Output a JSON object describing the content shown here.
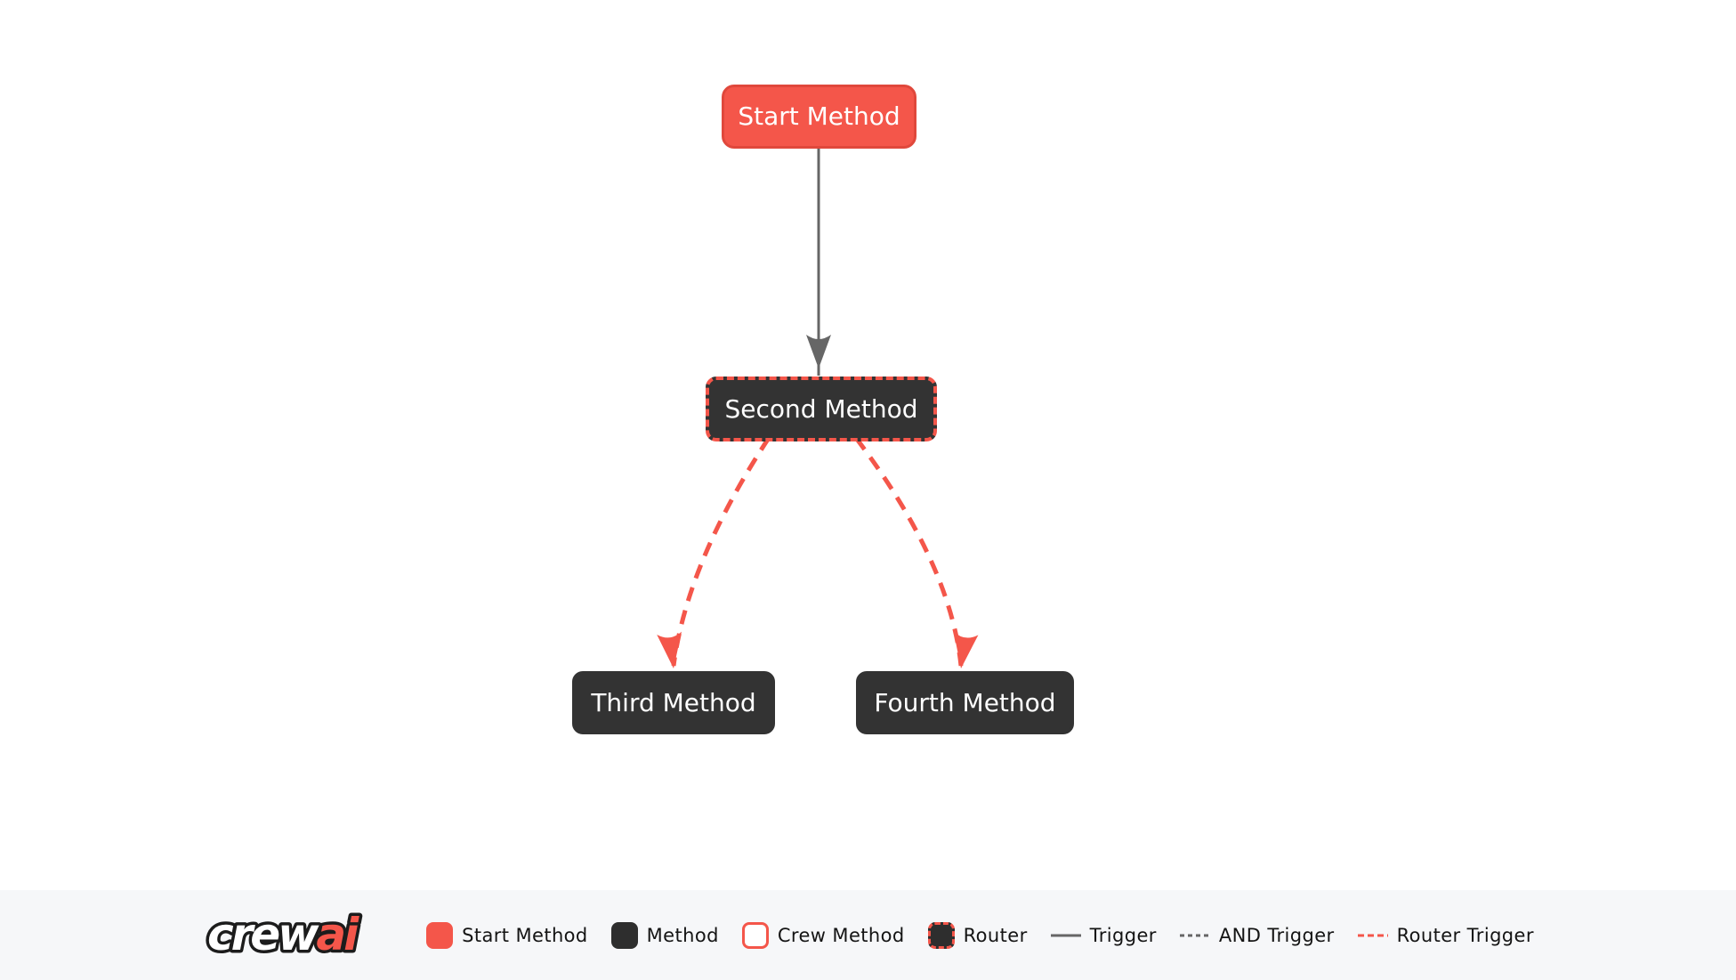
{
  "diagram": {
    "nodes": [
      {
        "id": "start",
        "label": "Start Method",
        "type": "start-method"
      },
      {
        "id": "second",
        "label": "Second Method",
        "type": "router"
      },
      {
        "id": "third",
        "label": "Third Method",
        "type": "method"
      },
      {
        "id": "fourth",
        "label": "Fourth Method",
        "type": "method"
      }
    ],
    "edges": [
      {
        "from": "start",
        "to": "second",
        "type": "trigger"
      },
      {
        "from": "second",
        "to": "third",
        "type": "router-trigger"
      },
      {
        "from": "second",
        "to": "fourth",
        "type": "router-trigger"
      }
    ]
  },
  "legend": {
    "logo": {
      "crew": "crew",
      "ai": "ai"
    },
    "items": [
      {
        "label": "Start Method",
        "swatch": "start-method-node"
      },
      {
        "label": "Method",
        "swatch": "method-node"
      },
      {
        "label": "Crew Method",
        "swatch": "crew-method-node"
      },
      {
        "label": "Router",
        "swatch": "router-node"
      },
      {
        "label": "Trigger",
        "swatch": "solid-gray-line"
      },
      {
        "label": "AND Trigger",
        "swatch": "dashed-gray-line"
      },
      {
        "label": "Router Trigger",
        "swatch": "dashed-red-line"
      }
    ]
  },
  "colors": {
    "accent_red": "#f4564a",
    "accent_red_border": "#e0483c",
    "node_dark": "#333333",
    "edge_gray": "#666666",
    "legend_background": "#f6f7f9",
    "canvas_background": "#ffffff",
    "legend_text": "#141414"
  }
}
